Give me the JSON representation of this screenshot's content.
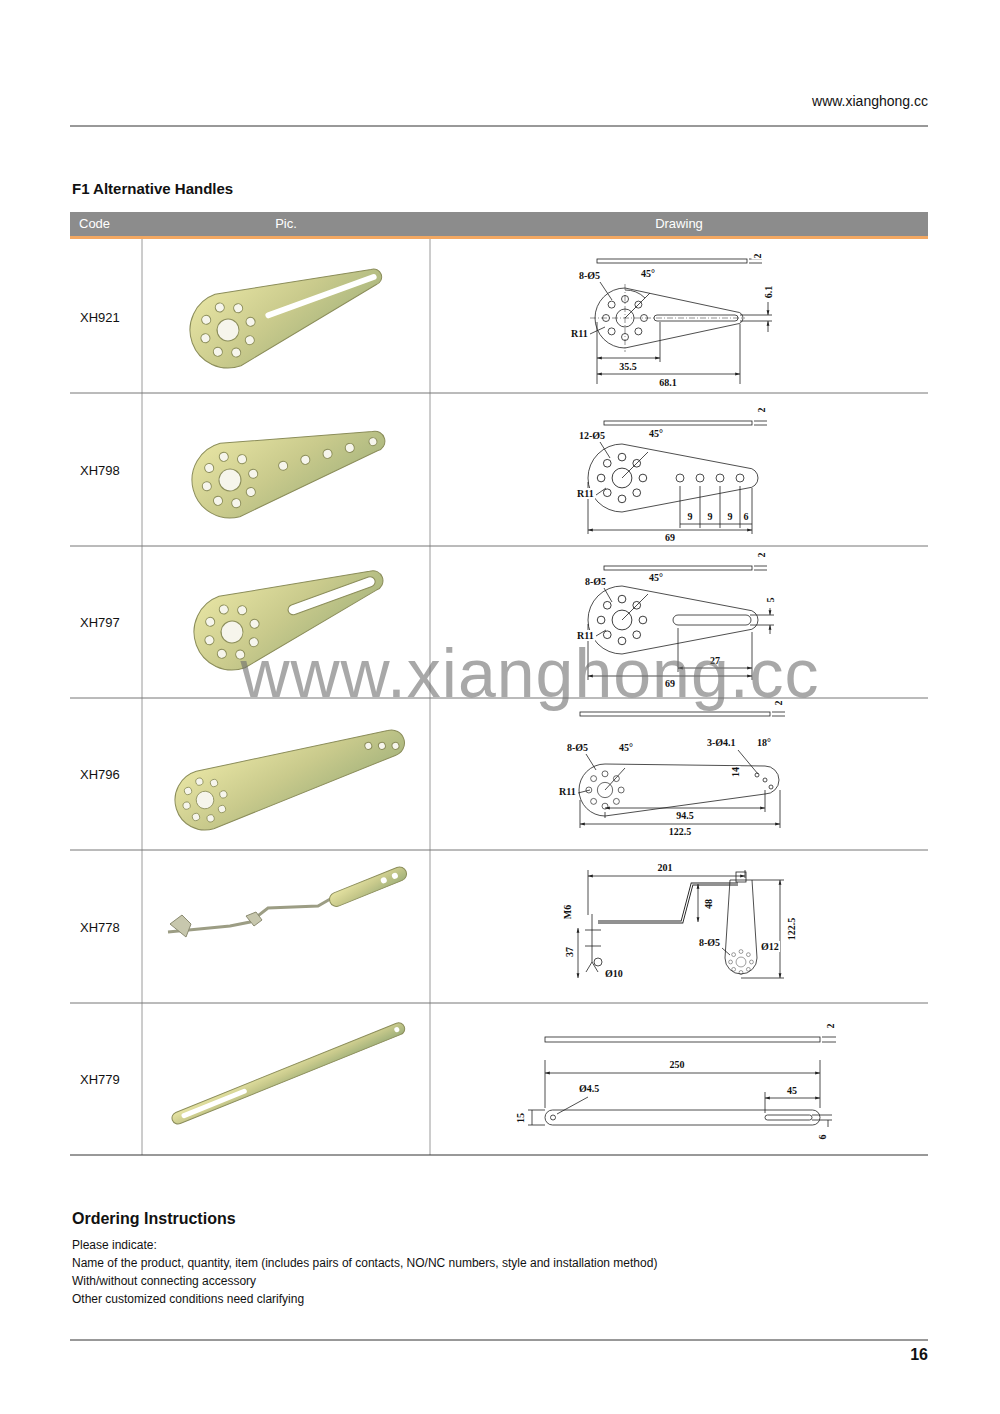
{
  "diagram": {
    "title": "F1 Alternative Handles",
    "nodes": [
      {
        "text": [
          "Code"
        ]
      },
      {
        "text": [
          "Pic."
        ]
      },
      {
        "text": [
          "Drawing"
        ]
      }
    ],
    "labels": [
      "www.xianghong.cc",
      "XH921",
      "2",
      "8-Ø5",
      "45°",
      "6.1",
      "R11",
      "35.5",
      "68.1",
      "XH798",
      "2",
      "12-Ø5",
      "45°",
      "R11",
      "9",
      "9",
      "9",
      "6",
      "69",
      "XH797",
      "2",
      "8-Ø5",
      "45°",
      "R11",
      "5",
      "27",
      "69",
      "XH796",
      "2",
      "8-Ø5",
      "45°",
      "3-Ø4.1",
      "18°",
      "14",
      "R11",
      "94.5",
      "122.5",
      "XH778",
      "201",
      "M6",
      "48",
      "122.5",
      "37",
      "8-Ø5",
      "Ø12",
      "Ø10",
      "XH779",
      "2",
      "250",
      "Ø4.5",
      "45",
      "15",
      "6",
      "www.xianghong.cc",
      "Ordering Instructions",
      "Please indicate:",
      "Name of the product, quantity, item (includes pairs of contacts, NO/NC numbers, style and installation method)",
      "With/without connecting accessory",
      "Other customized conditions need clarifying",
      "16"
    ]
  }
}
